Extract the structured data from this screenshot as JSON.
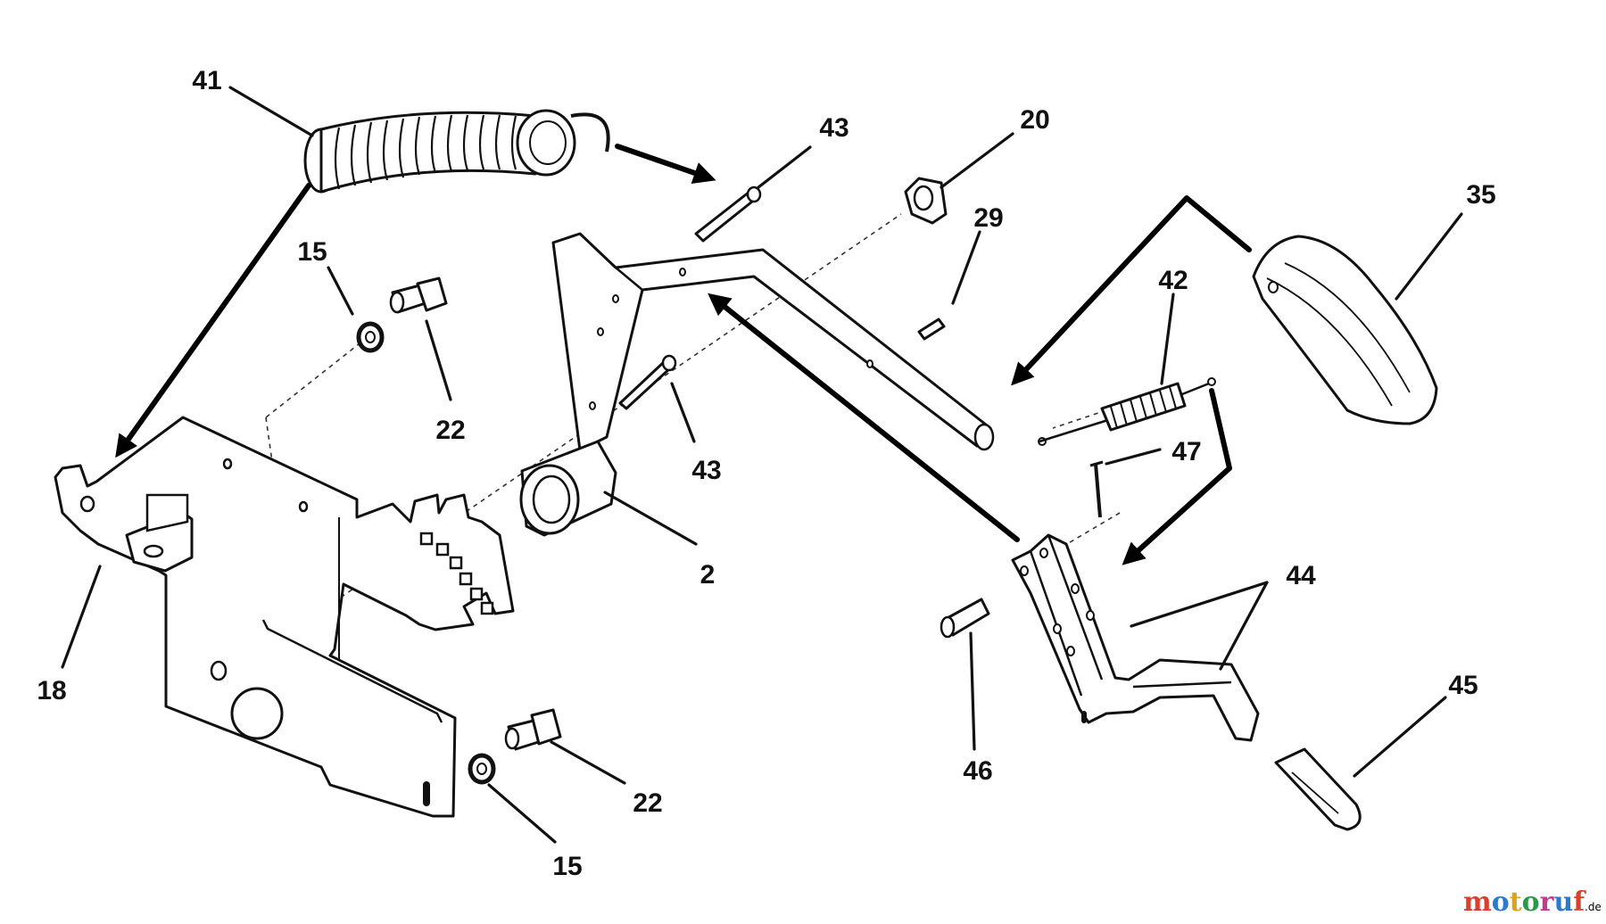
{
  "diagram": {
    "labels": [
      {
        "id": "41",
        "text": "41"
      },
      {
        "id": "43a",
        "text": "43"
      },
      {
        "id": "20",
        "text": "20"
      },
      {
        "id": "29",
        "text": "29"
      },
      {
        "id": "35",
        "text": "35"
      },
      {
        "id": "15a",
        "text": "15"
      },
      {
        "id": "22a",
        "text": "22"
      },
      {
        "id": "42",
        "text": "42"
      },
      {
        "id": "43b",
        "text": "43"
      },
      {
        "id": "47",
        "text": "47"
      },
      {
        "id": "2",
        "text": "2"
      },
      {
        "id": "44",
        "text": "44"
      },
      {
        "id": "18",
        "text": "18"
      },
      {
        "id": "45",
        "text": "45"
      },
      {
        "id": "46",
        "text": "46"
      },
      {
        "id": "22b",
        "text": "22"
      },
      {
        "id": "15b",
        "text": "15"
      }
    ]
  },
  "watermark": {
    "text": "motoruf",
    "suffix": ".de",
    "colors": [
      "#d9402b",
      "#2a7bd0",
      "#e1a21b",
      "#2a9a49",
      "#c23b8d",
      "#2a7bd0",
      "#d9402b"
    ]
  }
}
